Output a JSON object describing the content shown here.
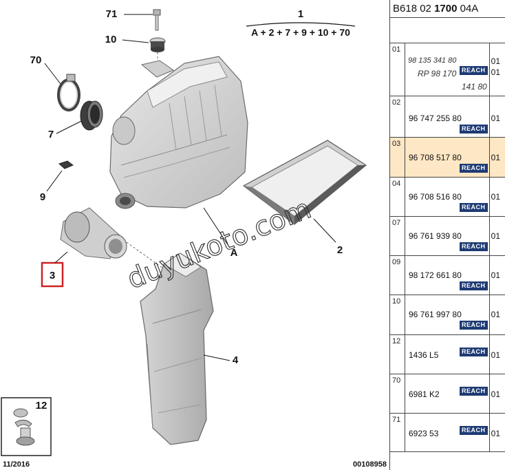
{
  "diagram": {
    "callouts": {
      "c71": "71",
      "c10": "10",
      "c70": "70",
      "c7": "7",
      "c9": "9",
      "c1": "1",
      "c2": "2",
      "c3": "3",
      "c4": "4",
      "c12": "12",
      "cA": "A"
    },
    "formula": "A + 2 + 7 + 9 + 10 + 70",
    "watermark": "duyukoto.com",
    "date": "11/2016",
    "drawing_number": "00108958"
  },
  "panel": {
    "ref_prefix": "B618 02 ",
    "ref_bold": "1700",
    "ref_suffix": " 04A",
    "reach_label": "REACH",
    "rows": [
      {
        "index": "01",
        "part": "98 135 341 80",
        "alt1": "RP 98 170",
        "alt2": "141 80",
        "qty1": "01",
        "qty2": "01",
        "selected": false
      },
      {
        "index": "02",
        "part": "96 747 255 80",
        "qty": "01",
        "selected": false
      },
      {
        "index": "03",
        "part": "96 708 517 80",
        "qty": "01",
        "selected": true
      },
      {
        "index": "04",
        "part": "96 708 516 80",
        "qty": "01",
        "selected": false
      },
      {
        "index": "07",
        "part": "96 761 939 80",
        "qty": "01",
        "selected": false
      },
      {
        "index": "09",
        "part": "98 172 661 80",
        "qty": "01",
        "selected": false
      },
      {
        "index": "10",
        "part": "96 761 997 80",
        "qty": "01",
        "selected": false
      },
      {
        "index": "12",
        "part": "1436 L5",
        "qty": "01",
        "selected": false
      },
      {
        "index": "70",
        "part": "6981 K2",
        "qty": "01",
        "selected": false
      },
      {
        "index": "71",
        "part": "6923 53",
        "qty": "01",
        "selected": false
      }
    ],
    "colors": {
      "reach_badge": "#1d3a73",
      "selected_row": "#fde7c4",
      "highlight_box": "#cc2222"
    }
  }
}
